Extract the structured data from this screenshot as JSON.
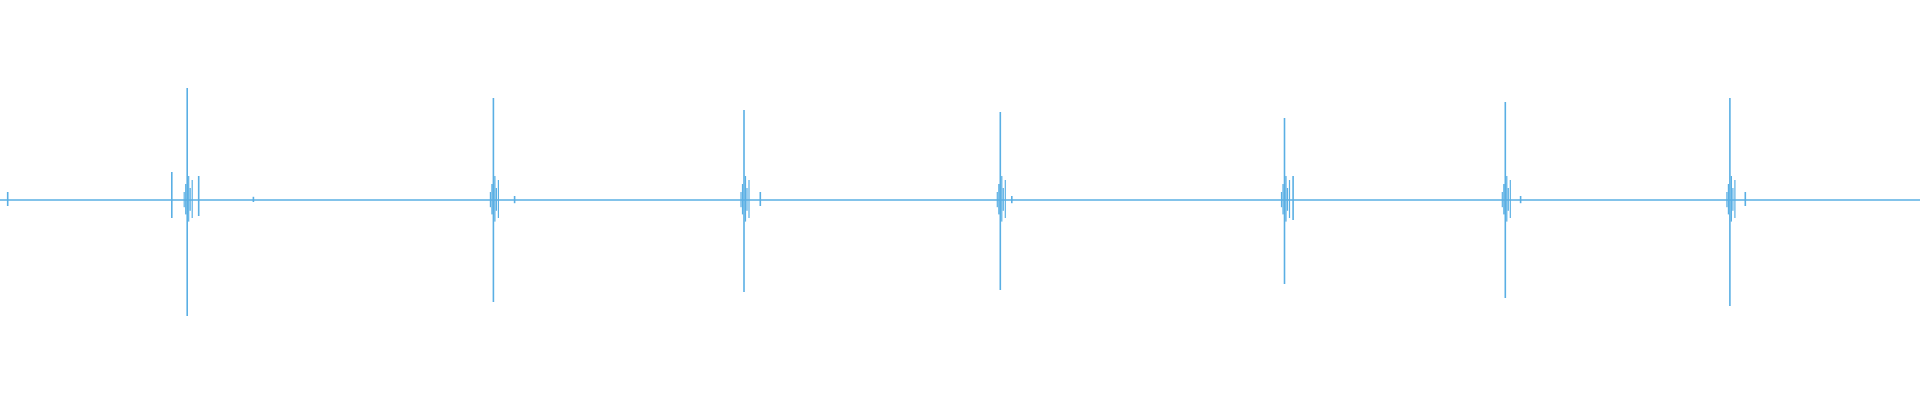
{
  "waveform": {
    "color": "#5aafe4",
    "background": "#ffffff",
    "peaks": [
      {
        "pos": 0.004,
        "up": 0.02,
        "down": 0.015
      },
      {
        "pos": 0.0895,
        "up": 0.07,
        "down": 0.045
      },
      {
        "pos": 0.0975,
        "up": 0.28,
        "down": 0.29
      },
      {
        "pos": 0.1035,
        "up": 0.06,
        "down": 0.04
      },
      {
        "pos": 0.132,
        "up": 0.008,
        "down": 0.005
      },
      {
        "pos": 0.257,
        "up": 0.255,
        "down": 0.255
      },
      {
        "pos": 0.268,
        "up": 0.01,
        "down": 0.008
      },
      {
        "pos": 0.3875,
        "up": 0.225,
        "down": 0.23
      },
      {
        "pos": 0.396,
        "up": 0.02,
        "down": 0.015
      },
      {
        "pos": 0.521,
        "up": 0.22,
        "down": 0.225
      },
      {
        "pos": 0.527,
        "up": 0.01,
        "down": 0.008
      },
      {
        "pos": 0.669,
        "up": 0.205,
        "down": 0.21
      },
      {
        "pos": 0.6735,
        "up": 0.06,
        "down": 0.05
      },
      {
        "pos": 0.784,
        "up": 0.245,
        "down": 0.245
      },
      {
        "pos": 0.792,
        "up": 0.01,
        "down": 0.008
      },
      {
        "pos": 0.901,
        "up": 0.255,
        "down": 0.265
      },
      {
        "pos": 0.909,
        "up": 0.02,
        "down": 0.015
      }
    ]
  }
}
